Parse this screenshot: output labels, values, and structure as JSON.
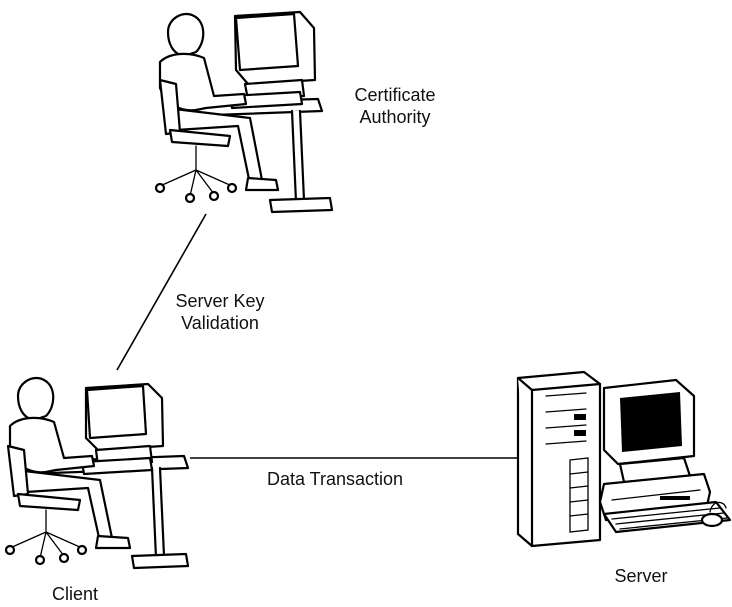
{
  "nodes": {
    "certificate_authority": {
      "line1": "Certificate",
      "line2": "Authority"
    },
    "client": {
      "label": "Client"
    },
    "server": {
      "label": "Server"
    }
  },
  "edges": {
    "server_key_validation": {
      "line1": "Server Key",
      "line2": "Validation"
    },
    "data_transaction": {
      "label": "Data Transaction"
    }
  }
}
